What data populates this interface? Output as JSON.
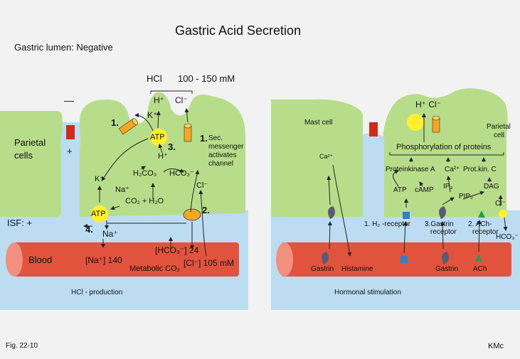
{
  "title": "Gastric Acid Secretion",
  "lumen_label": "Gastric lumen: Negative",
  "left": {
    "hcl_label": "HCl",
    "hcl_conc": "100 - 150 mM",
    "h_ion": "H⁺",
    "cl_ion": "Cl⁻",
    "minus": "—",
    "plus": "+",
    "parietal": "Parietal",
    "cells": "cells",
    "isf": "ISF: +",
    "step1": "1.",
    "step1b": "1.",
    "step2": "2.",
    "step3": "3.",
    "step4": "4.",
    "k_top": "K⁺",
    "atp": "ATP",
    "atp2": "ATP",
    "h_mid": "H⁺",
    "h2co3": "H₂CO₃",
    "hco3": "HCO₃⁻",
    "co2_h2o": "CO₂ + H₂O",
    "na_in": "Na⁺",
    "k_in": "K⁺",
    "cl_in": "Cl⁻",
    "na_out": "Na⁺",
    "sec1": "Sec.",
    "sec2": "messenger",
    "sec3": "activates",
    "sec4": "channel",
    "blood": "Blood",
    "na_blood": "[Na⁺] 140",
    "hco3_blood": "[HCO₃⁻] 24",
    "metabolic": "Metabolic CO₂",
    "cl_blood": "[Cl⁻] 105 mM",
    "caption": "HCl - production"
  },
  "right": {
    "mast_cell": "Mast cell",
    "ca": "Ca²⁺",
    "h_cl": "H⁺ Cl⁻",
    "parietal": "Parietal",
    "cell": "cell",
    "phos": "Phosphorylation of proteins",
    "pka": "Proteinkinase A",
    "ca2": "Ca²⁺",
    "pkc": "Prot.kin. C",
    "atp": "ATP",
    "camp": "cAMP",
    "ip3": "IP₃",
    "dag": "DAG",
    "pip2": "PIP₂",
    "cl": "Cl⁻",
    "h2": "1. H₂ -receptor",
    "gastrin_rec1": "3.Gastrin",
    "gastrin_rec2": "receptor",
    "ach_rec1": "2. ACh-",
    "ach_rec2": "receptor",
    "hco3": "HCO₃⁻",
    "gastrin1": "Gastrin",
    "histamine": "Histamine",
    "gastrin2": "Gastrin",
    "ach": "ACh",
    "caption": "Hormonal stimulation"
  },
  "fig": "Fig. 22-10",
  "author": "KMc",
  "colors": {
    "cell": "#b8dd8a",
    "isf": "#bcdcf2",
    "blood": "#e2533e",
    "blood_end": "#f1907e",
    "atp": "#ffef2f",
    "channel_orange": "#f5a623",
    "h2_receptor": "#2f80c8",
    "ach_receptor": "#239c5a",
    "gastrin": "#5d5a73",
    "red_block": "#d02a1a"
  }
}
